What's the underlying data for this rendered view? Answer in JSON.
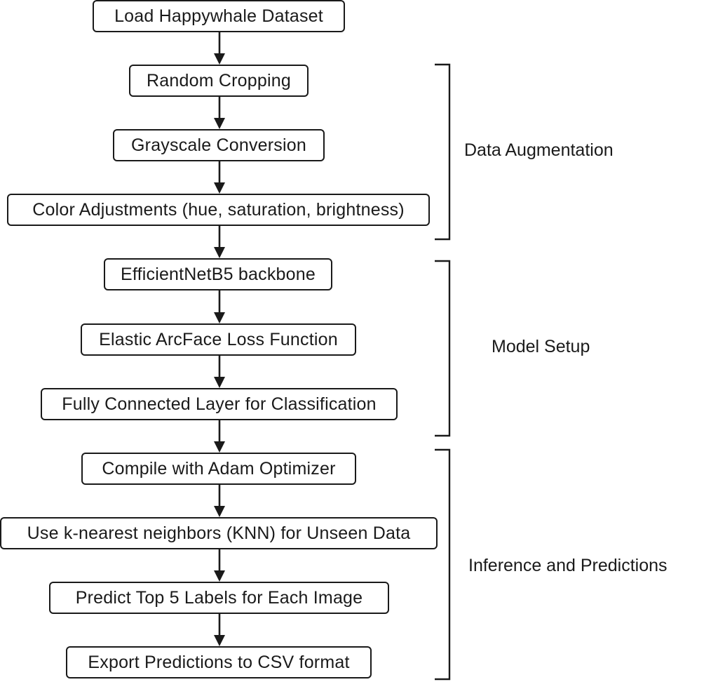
{
  "steps": [
    "Load Happywhale Dataset",
    "Random Cropping",
    "Grayscale Conversion",
    "Color Adjustments (hue, saturation, brightness)",
    "EfficientNetB5 backbone",
    "Elastic ArcFace Loss Function",
    "Fully Connected Layer for Classification",
    "Compile with Adam Optimizer",
    "Use k-nearest neighbors (KNN) for Unseen Data",
    "Predict Top 5 Labels for Each Image",
    "Export Predictions to CSV format"
  ],
  "groups": [
    "Data Augmentation",
    "Model Setup",
    "Inference and Predictions"
  ]
}
